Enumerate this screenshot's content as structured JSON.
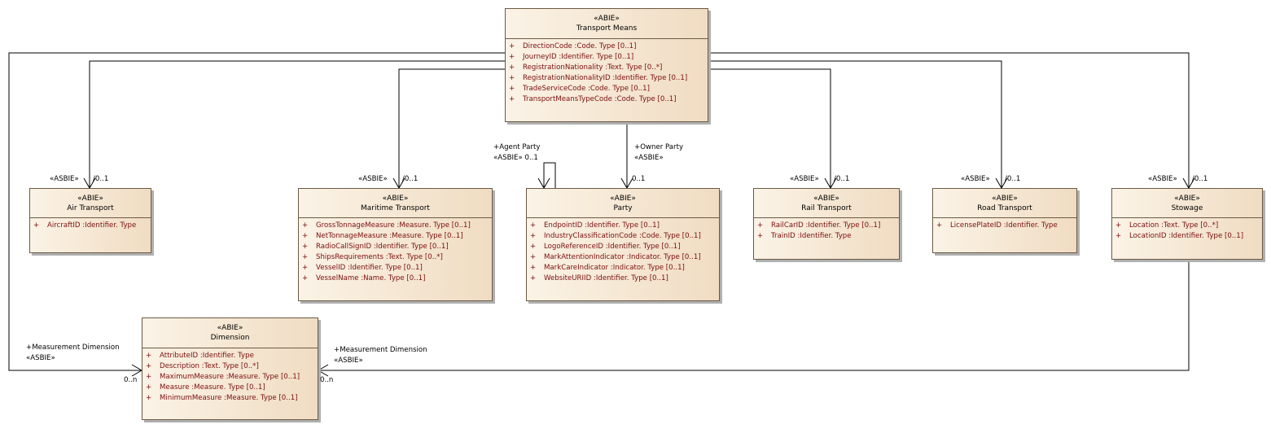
{
  "diagram": {
    "stereotype": "«ABIE»",
    "classes": {
      "transport_means": {
        "name": "Transport Means",
        "attrs": [
          "DirectionCode  :Code. Type [0..1]",
          "JourneyID  :Identifier. Type [0..1]",
          "RegistrationNationality  :Text. Type [0..*]",
          "RegistrationNationalityID  :Identifier. Type [0..1]",
          "TradeServiceCode  :Code. Type [0..1]",
          "TransportMeansTypeCode  :Code. Type [0..1]"
        ]
      },
      "air_transport": {
        "name": "Air Transport",
        "attrs": [
          "AircraftID  :Identifier. Type"
        ]
      },
      "maritime_transport": {
        "name": "Maritime Transport",
        "attrs": [
          "GrossTonnageMeasure  :Measure. Type [0..1]",
          "NetTonnageMeasure  :Measure. Type [0..1]",
          "RadioCallSignID  :Identifier. Type [0..1]",
          "ShipsRequirements  :Text. Type [0..*]",
          "VesselID  :Identifier. Type [0..1]",
          "VesselName  :Name. Type [0..1]"
        ]
      },
      "party": {
        "name": "Party",
        "attrs": [
          "EndpointID  :Identifier. Type [0..1]",
          "IndustryClassificationCode  :Code. Type [0..1]",
          "LogoReferenceID  :Identifier. Type [0..1]",
          "MarkAttentionIndicator  :Indicator. Type [0..1]",
          "MarkCareIndicator  :Indicator. Type [0..1]",
          "WebsiteURIID  :Identifier. Type [0..1]"
        ]
      },
      "rail_transport": {
        "name": "Rail Transport",
        "attrs": [
          "RailCarID  :Identifier. Type [0..1]",
          "TrainID  :Identifier. Type"
        ]
      },
      "road_transport": {
        "name": "Road Transport",
        "attrs": [
          "LicensePlateID  :Identifier. Type"
        ]
      },
      "stowage": {
        "name": "Stowage",
        "attrs": [
          "Location  :Text. Type [0..*]",
          "LocationID  :Identifier. Type [0..1]"
        ]
      },
      "dimension": {
        "name": "Dimension",
        "attrs": [
          "AttributeID  :Identifier. Type",
          "Description  :Text. Type [0..*]",
          "MaximumMeasure  :Measure. Type [0..1]",
          "Measure  :Measure. Type [0..1]",
          "MinimumMeasure  :Measure. Type [0..1]"
        ]
      }
    },
    "attr_marker": "+",
    "labels": {
      "asbie": "«ASBIE»",
      "mult_01": "/0..1",
      "mult_01_plain": "0..1",
      "mult_0n": "0..n",
      "agent_party_role": "+Agent Party",
      "agent_party_stereo": "«ASBIE» 0..1",
      "owner_party_role": "+Owner Party",
      "measurement_dimension_role": "+Measurement Dimension"
    },
    "colors": {
      "box_border": "#6b5a44",
      "attr_text": "#7a0d0d",
      "line": "#000000"
    }
  }
}
